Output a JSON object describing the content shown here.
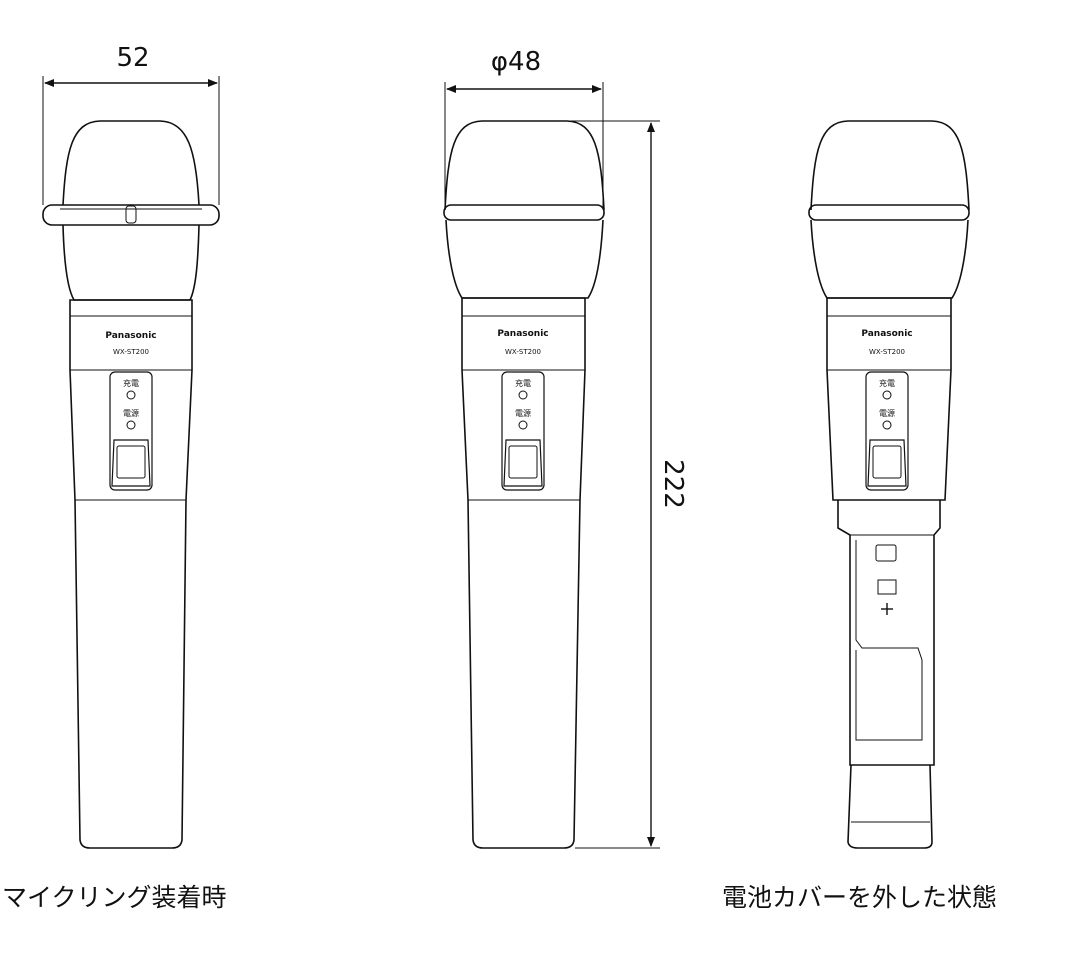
{
  "dimensions": {
    "width_ring": "52",
    "diameter": "φ48",
    "length": "222"
  },
  "brand": "Panasonic",
  "model": "WX-ST200",
  "indicators": {
    "charge": "充電",
    "power": "電源"
  },
  "captions": {
    "left": "マイクリング装着時",
    "right": "電池カバーを外した状態"
  }
}
